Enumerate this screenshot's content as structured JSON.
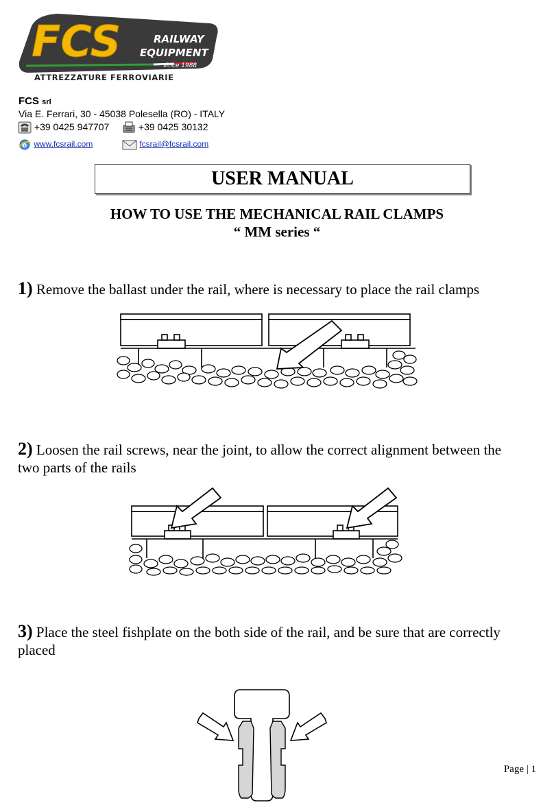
{
  "logo": {
    "letters": "FCS",
    "line1": "RAILWAY",
    "line2": "EQUIPMENT",
    "since": "since 1988",
    "tagline": "ATTREZZATURE FERROVIARIE"
  },
  "contact": {
    "company": "FCS",
    "company_suffix": "srl",
    "address": "Via E. Ferrari, 30 - 45038 Polesella (RO) - ITALY",
    "phone": "+39 0425 947707",
    "fax": "+39 0425 30132",
    "website": "www.fcsrail.com",
    "email": "fcsrail@fcsrail.com"
  },
  "document": {
    "title": "USER MANUAL",
    "subtitle_line1": "HOW TO USE THE MECHANICAL RAIL CLAMPS",
    "subtitle_line2": "“ MM series “"
  },
  "steps": [
    {
      "number": "1)",
      "text": "Remove the ballast under the rail, where is necessary to place the rail clamps"
    },
    {
      "number": "2)",
      "text": "Loosen the rail screws, near the joint, to allow the correct alignment between the two parts of the rails"
    },
    {
      "number": "3)",
      "text": "Place the steel fishplate on the both side of the rail, and be sure that are correctly placed"
    }
  ],
  "footer": {
    "page_label": "Page | 1"
  },
  "colors": {
    "logo_yellow": "#f5b800",
    "logo_dark": "#3a3a3a",
    "link": "#1a33b8"
  }
}
